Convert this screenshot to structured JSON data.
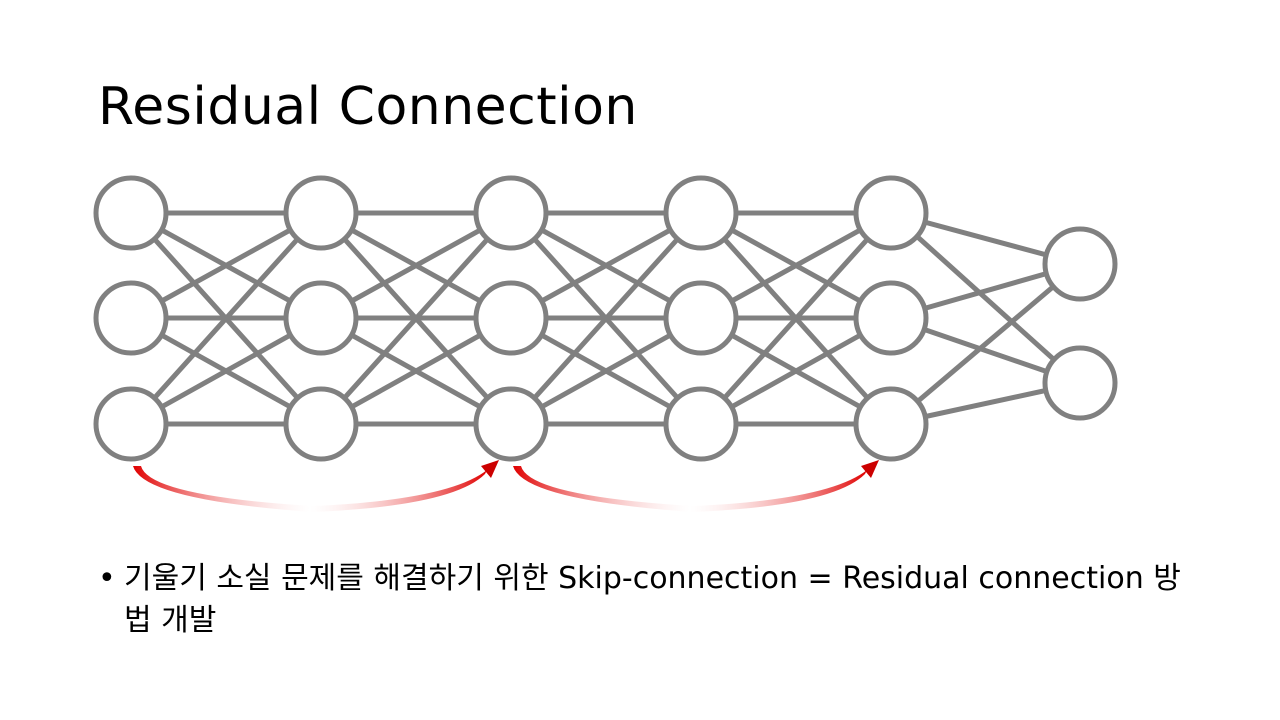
{
  "slide": {
    "title": "Residual Connection",
    "bullets": [
      {
        "marker": "•",
        "text": "기울기 소실 문제를 해결하기 위한 Skip-connection = Residual connection 방법 개발"
      }
    ]
  },
  "diagram": {
    "layer_sizes": [
      3,
      3,
      3,
      3,
      3,
      2
    ],
    "node_color": "#808080",
    "edge_color": "#808080",
    "skip_color": "#cc0000",
    "skip_connections": [
      {
        "from_layer": 0,
        "to_layer": 2
      },
      {
        "from_layer": 2,
        "to_layer": 4
      }
    ]
  }
}
